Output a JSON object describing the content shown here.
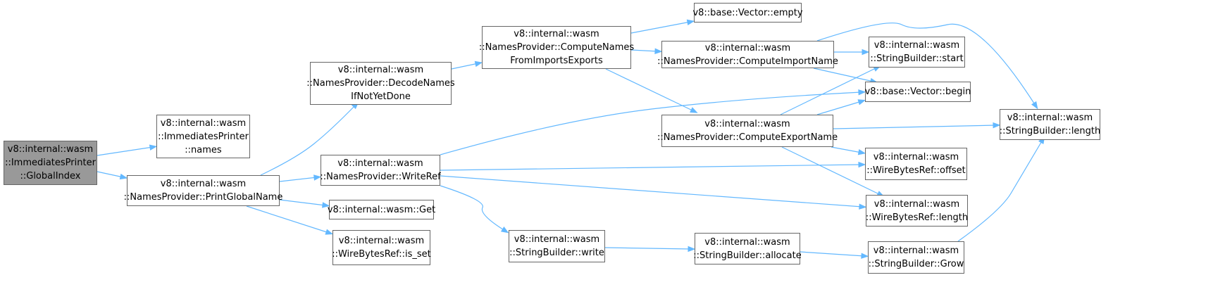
{
  "graph": {
    "edge_color": "#63b8ff",
    "node_border_color": "#666666",
    "current_node_color": "#999999",
    "nodes": [
      {
        "id": "n_globalindex",
        "label": "v8::internal::wasm\n::ImmediatesPrinter\n::GlobalIndex",
        "current": true
      },
      {
        "id": "n_names",
        "label": "v8::internal::wasm\n::ImmediatesPrinter\n::names"
      },
      {
        "id": "n_printglobal",
        "label": "v8::internal::wasm\n::NamesProvider::PrintGlobalName"
      },
      {
        "id": "n_decodenames",
        "label": "v8::internal::wasm\n::NamesProvider::DecodeNames\nIfNotYetDone"
      },
      {
        "id": "n_writeref",
        "label": "v8::internal::wasm\n::NamesProvider::WriteRef"
      },
      {
        "id": "n_get",
        "label": "v8::internal::wasm::Get"
      },
      {
        "id": "n_isset",
        "label": "v8::internal::wasm\n::WireBytesRef::is_set"
      },
      {
        "id": "n_computenames",
        "label": "v8::internal::wasm\n::NamesProvider::ComputeNames\nFromImportsExports"
      },
      {
        "id": "n_sbwrite",
        "label": "v8::internal::wasm\n::StringBuilder::write"
      },
      {
        "id": "n_vecempty",
        "label": "v8::base::Vector::empty"
      },
      {
        "id": "n_computeimport",
        "label": "v8::internal::wasm\n::NamesProvider::ComputeImportName"
      },
      {
        "id": "n_computeexport",
        "label": "v8::internal::wasm\n::NamesProvider::ComputeExportName"
      },
      {
        "id": "n_sballocate",
        "label": "v8::internal::wasm\n::StringBuilder::allocate"
      },
      {
        "id": "n_sbstart",
        "label": "v8::internal::wasm\n::StringBuilder::start"
      },
      {
        "id": "n_vecbegin",
        "label": "v8::base::Vector::begin"
      },
      {
        "id": "n_wboffset",
        "label": "v8::internal::wasm\n::WireBytesRef::offset"
      },
      {
        "id": "n_wblength",
        "label": "v8::internal::wasm\n::WireBytesRef::length"
      },
      {
        "id": "n_sbgrow",
        "label": "v8::internal::wasm\n::StringBuilder::Grow"
      },
      {
        "id": "n_sblength",
        "label": "v8::internal::wasm\n::StringBuilder::length"
      }
    ],
    "edges": [
      {
        "from": "n_globalindex",
        "to": "n_names"
      },
      {
        "from": "n_globalindex",
        "to": "n_printglobal"
      },
      {
        "from": "n_printglobal",
        "to": "n_decodenames"
      },
      {
        "from": "n_printglobal",
        "to": "n_writeref"
      },
      {
        "from": "n_printglobal",
        "to": "n_get"
      },
      {
        "from": "n_printglobal",
        "to": "n_isset"
      },
      {
        "from": "n_decodenames",
        "to": "n_computenames"
      },
      {
        "from": "n_computenames",
        "to": "n_vecempty"
      },
      {
        "from": "n_computenames",
        "to": "n_computeimport"
      },
      {
        "from": "n_computenames",
        "to": "n_computeexport"
      },
      {
        "from": "n_computeimport",
        "to": "n_sbstart"
      },
      {
        "from": "n_computeimport",
        "to": "n_vecbegin"
      },
      {
        "from": "n_computeimport",
        "to": "n_sblength"
      },
      {
        "from": "n_computeexport",
        "to": "n_sbstart"
      },
      {
        "from": "n_computeexport",
        "to": "n_vecbegin"
      },
      {
        "from": "n_computeexport",
        "to": "n_sblength"
      },
      {
        "from": "n_computeexport",
        "to": "n_wboffset"
      },
      {
        "from": "n_computeexport",
        "to": "n_wblength"
      },
      {
        "from": "n_writeref",
        "to": "n_vecbegin"
      },
      {
        "from": "n_writeref",
        "to": "n_wboffset"
      },
      {
        "from": "n_writeref",
        "to": "n_wblength"
      },
      {
        "from": "n_writeref",
        "to": "n_sbwrite"
      },
      {
        "from": "n_sbwrite",
        "to": "n_sballocate"
      },
      {
        "from": "n_sballocate",
        "to": "n_sbgrow"
      },
      {
        "from": "n_sbgrow",
        "to": "n_sblength"
      }
    ]
  }
}
